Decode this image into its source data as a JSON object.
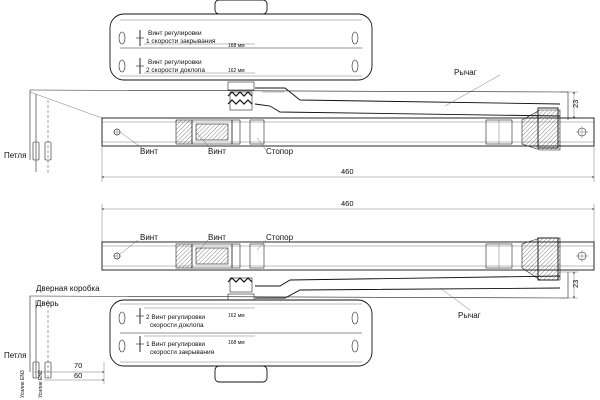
{
  "top": {
    "screw1_line1": "Винт регулировки",
    "screw1_line2": "1 скорости закрывания",
    "screw1_dim": "168 мм",
    "screw2_line1": "Винт регулировки",
    "screw2_line2": "2 скорости доклопа",
    "screw2_dim": "162 мм",
    "lever": "Рычаг",
    "lever_offset": "23",
    "hinge": "Петля",
    "screw_left": "Винт",
    "screw_mid": "Винт",
    "stopper": "Стопор",
    "length": "460"
  },
  "bottom": {
    "length": "460",
    "screw_left": "Винт",
    "screw_mid": "Винт",
    "stopper": "Стопор",
    "door_frame": "Дверная коробка",
    "door": "Дверь",
    "lever": "Рычаг",
    "lever_offset": "23",
    "screw2_line1": "2 Винт регулировки",
    "screw2_line2": "скорости доклопа",
    "screw2_dim": "162 мм",
    "screw1_line1": "1 Винт регулировки",
    "screw1_line2": "скорости закрывания",
    "screw1_dim": "168 мм",
    "hinge": "Петля",
    "dim70": "70",
    "dim60": "60",
    "axis_en3": "Усилие EN3",
    "axis_en2": "Усилие EN2"
  }
}
